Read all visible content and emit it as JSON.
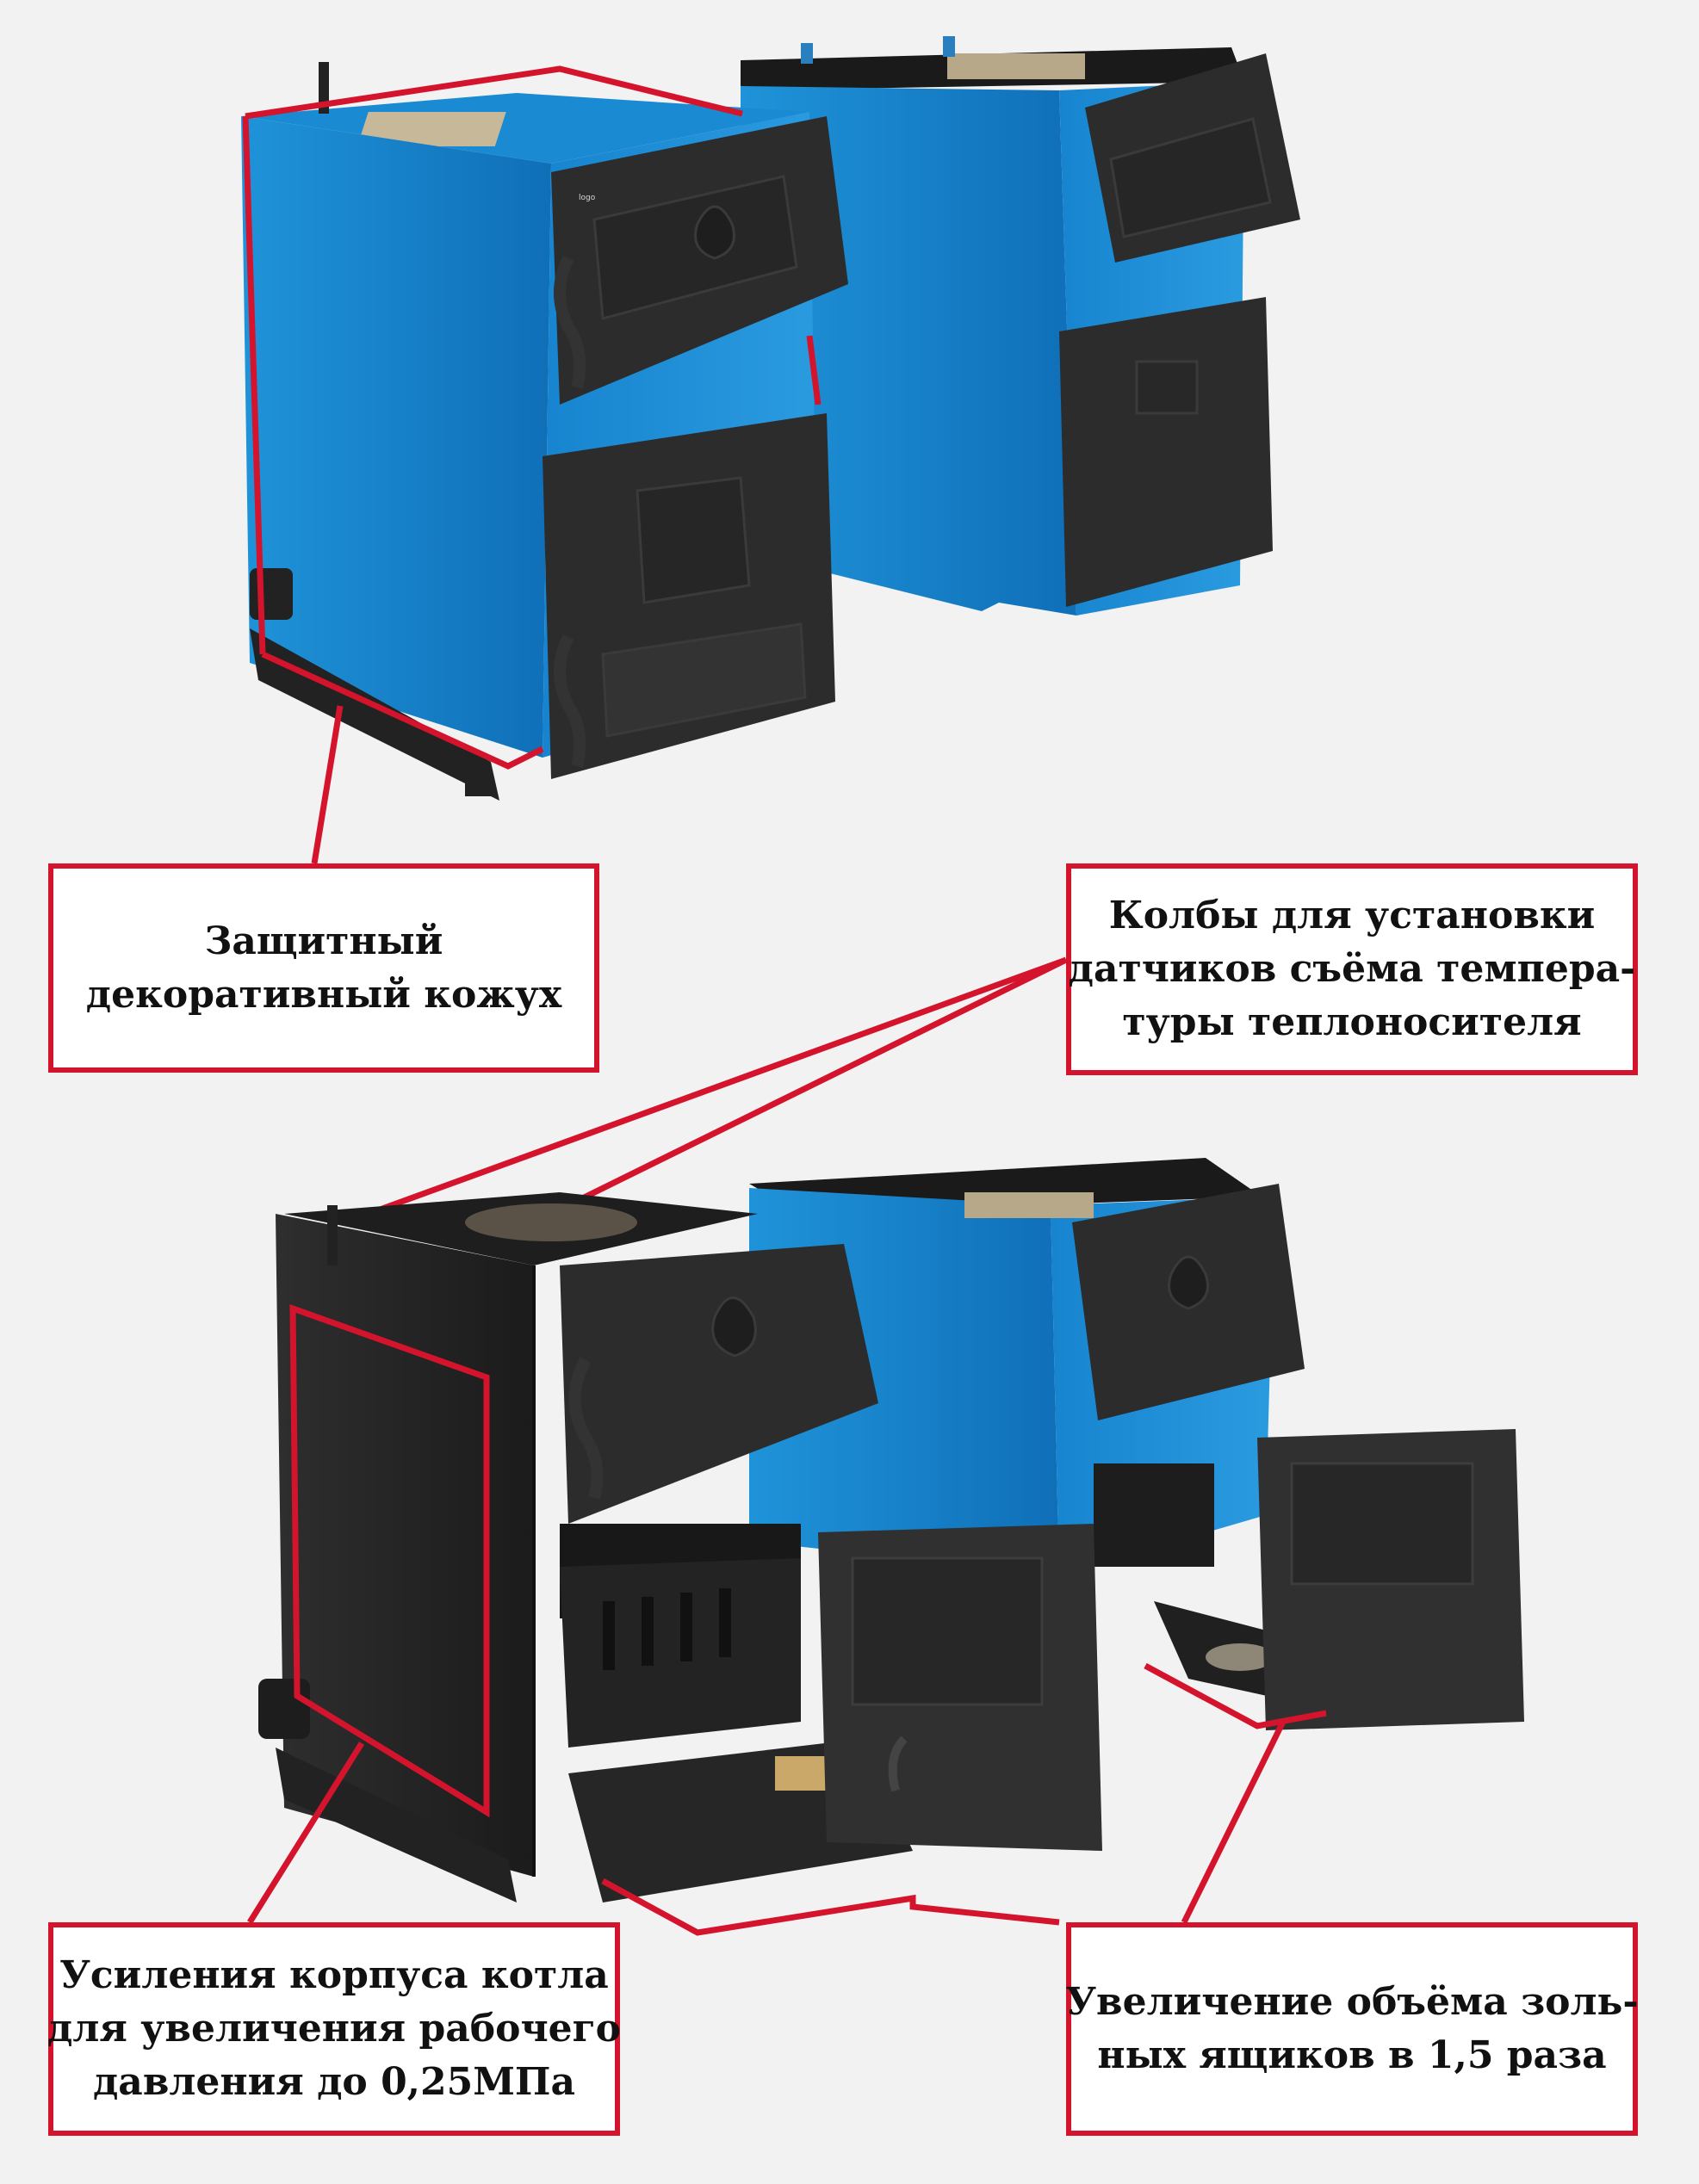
{
  "callouts": {
    "casing": {
      "lines": [
        "Защитный",
        "декоративный кожух"
      ]
    },
    "flasks": {
      "lines": [
        "Колбы для установки",
        "датчиков съёма темпера-",
        "туры теплоносителя"
      ]
    },
    "body": {
      "lines": [
        "Усиления корпуса котла",
        "для увеличения рабочего",
        "давления до 0,25МПа"
      ]
    },
    "ash": {
      "lines": [
        "Увеличение объёма золь-",
        "ных ящиков в 1,5 раза"
      ]
    }
  },
  "colors": {
    "accent_red": "#d4142c",
    "boiler_blue": "#1f8fd6",
    "door_black": "#2a2a2a",
    "background": "#f2f2f2"
  }
}
